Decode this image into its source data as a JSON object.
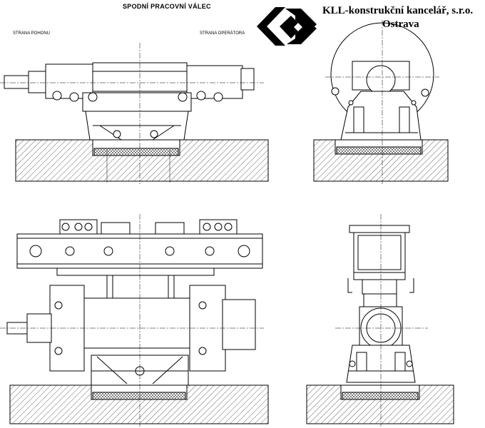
{
  "drawing": {
    "title": "SPODNÍ PRACOVNÍ VÁLEC",
    "label_left": "STRANA POHONU",
    "label_right": "STRANA OPERÁTORA"
  },
  "company": {
    "name": "KLL-konstrukční kancelář, s.r.o.",
    "city": "Ostrava",
    "logo_icon": "kll-logo-icon"
  },
  "colors": {
    "line": "#000000",
    "background": "#ffffff"
  }
}
